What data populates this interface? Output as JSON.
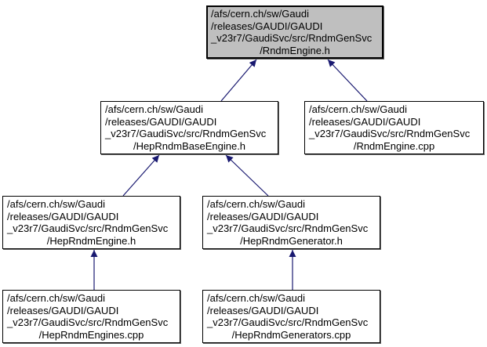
{
  "graph": {
    "type": "include-dependency-graph",
    "nodes": [
      {
        "file": "RndmEngine.h",
        "selected": true,
        "label_lines": [
          "/afs/cern.ch/sw/Gaudi",
          "/releases/GAUDI/GAUDI",
          "_v23r7/GaudiSvc/src/RndmGenSvc",
          "/RndmEngine.h"
        ]
      },
      {
        "file": "HepRndmBaseEngine.h",
        "selected": false,
        "label_lines": [
          "/afs/cern.ch/sw/Gaudi",
          "/releases/GAUDI/GAUDI",
          "_v23r7/GaudiSvc/src/RndmGenSvc",
          "/HepRndmBaseEngine.h"
        ]
      },
      {
        "file": "RndmEngine.cpp",
        "selected": false,
        "label_lines": [
          "/afs/cern.ch/sw/Gaudi",
          "/releases/GAUDI/GAUDI",
          "_v23r7/GaudiSvc/src/RndmGenSvc",
          "/RndmEngine.cpp"
        ]
      },
      {
        "file": "HepRndmEngine.h",
        "selected": false,
        "label_lines": [
          "/afs/cern.ch/sw/Gaudi",
          "/releases/GAUDI/GAUDI",
          "_v23r7/GaudiSvc/src/RndmGenSvc",
          "/HepRndmEngine.h"
        ]
      },
      {
        "file": "HepRndmGenerator.h",
        "selected": false,
        "label_lines": [
          "/afs/cern.ch/sw/Gaudi",
          "/releases/GAUDI/GAUDI",
          "_v23r7/GaudiSvc/src/RndmGenSvc",
          "/HepRndmGenerator.h"
        ]
      },
      {
        "file": "HepRndmEngines.cpp",
        "selected": false,
        "label_lines": [
          "/afs/cern.ch/sw/Gaudi",
          "/releases/GAUDI/GAUDI",
          "_v23r7/GaudiSvc/src/RndmGenSvc",
          "/HepRndmEngines.cpp"
        ]
      },
      {
        "file": "HepRndmGenerators.cpp",
        "selected": false,
        "label_lines": [
          "/afs/cern.ch/sw/Gaudi",
          "/releases/GAUDI/GAUDI",
          "_v23r7/GaudiSvc/src/RndmGenSvc",
          "/HepRndmGenerators.cpp"
        ]
      }
    ],
    "edges": [
      {
        "from": "HepRndmBaseEngine.h",
        "to": "RndmEngine.h"
      },
      {
        "from": "RndmEngine.cpp",
        "to": "RndmEngine.h"
      },
      {
        "from": "HepRndmEngine.h",
        "to": "HepRndmBaseEngine.h"
      },
      {
        "from": "HepRndmGenerator.h",
        "to": "HepRndmBaseEngine.h"
      },
      {
        "from": "HepRndmEngines.cpp",
        "to": "HepRndmEngine.h"
      },
      {
        "from": "HepRndmGenerators.cpp",
        "to": "HepRndmGenerator.h"
      }
    ]
  },
  "colors": {
    "bg": "#ffffff",
    "node_fill": "#ffffff",
    "sel_fill": "#bfbfbf",
    "border": "#000000",
    "arrow": "#191970",
    "shadow": "#666666"
  }
}
